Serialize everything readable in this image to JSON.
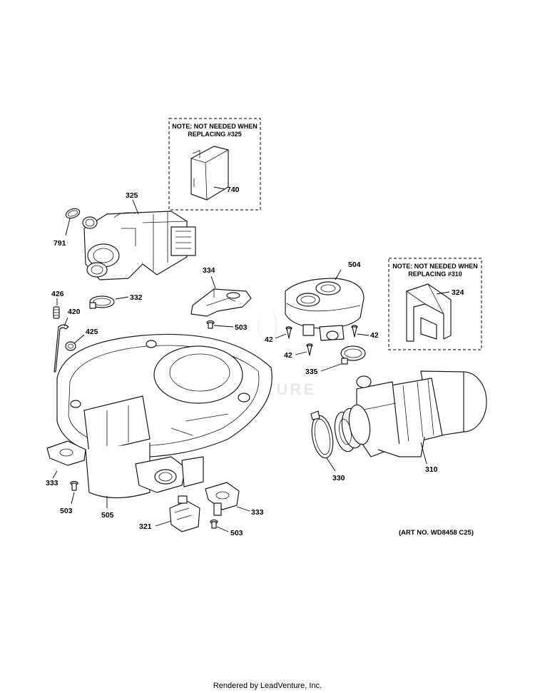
{
  "notes": [
    {
      "line1": "NOTE: NOT NEEDED WHEN",
      "line2": "REPLACING #325"
    },
    {
      "line1": "NOTE: NOT NEEDED WHEN",
      "line2": "REPLACING #310"
    }
  ],
  "callouts": {
    "p740": "740",
    "p325": "325",
    "p791": "791",
    "p426": "426",
    "p420": "420",
    "p425": "425",
    "p332": "332",
    "p334": "334",
    "p503a": "503",
    "p504": "504",
    "p324": "324",
    "p42a": "42",
    "p42b": "42",
    "p42c": "42",
    "p335": "335",
    "p333a": "333",
    "p503b": "503",
    "p505": "505",
    "p321": "321",
    "p333b": "333",
    "p503c": "503",
    "p330": "330",
    "p310": "310"
  },
  "art_number": "(ART NO. WD8458 C25)",
  "watermark": "LEADVENTURE",
  "footer": "Rendered by LeadVenture, Inc."
}
